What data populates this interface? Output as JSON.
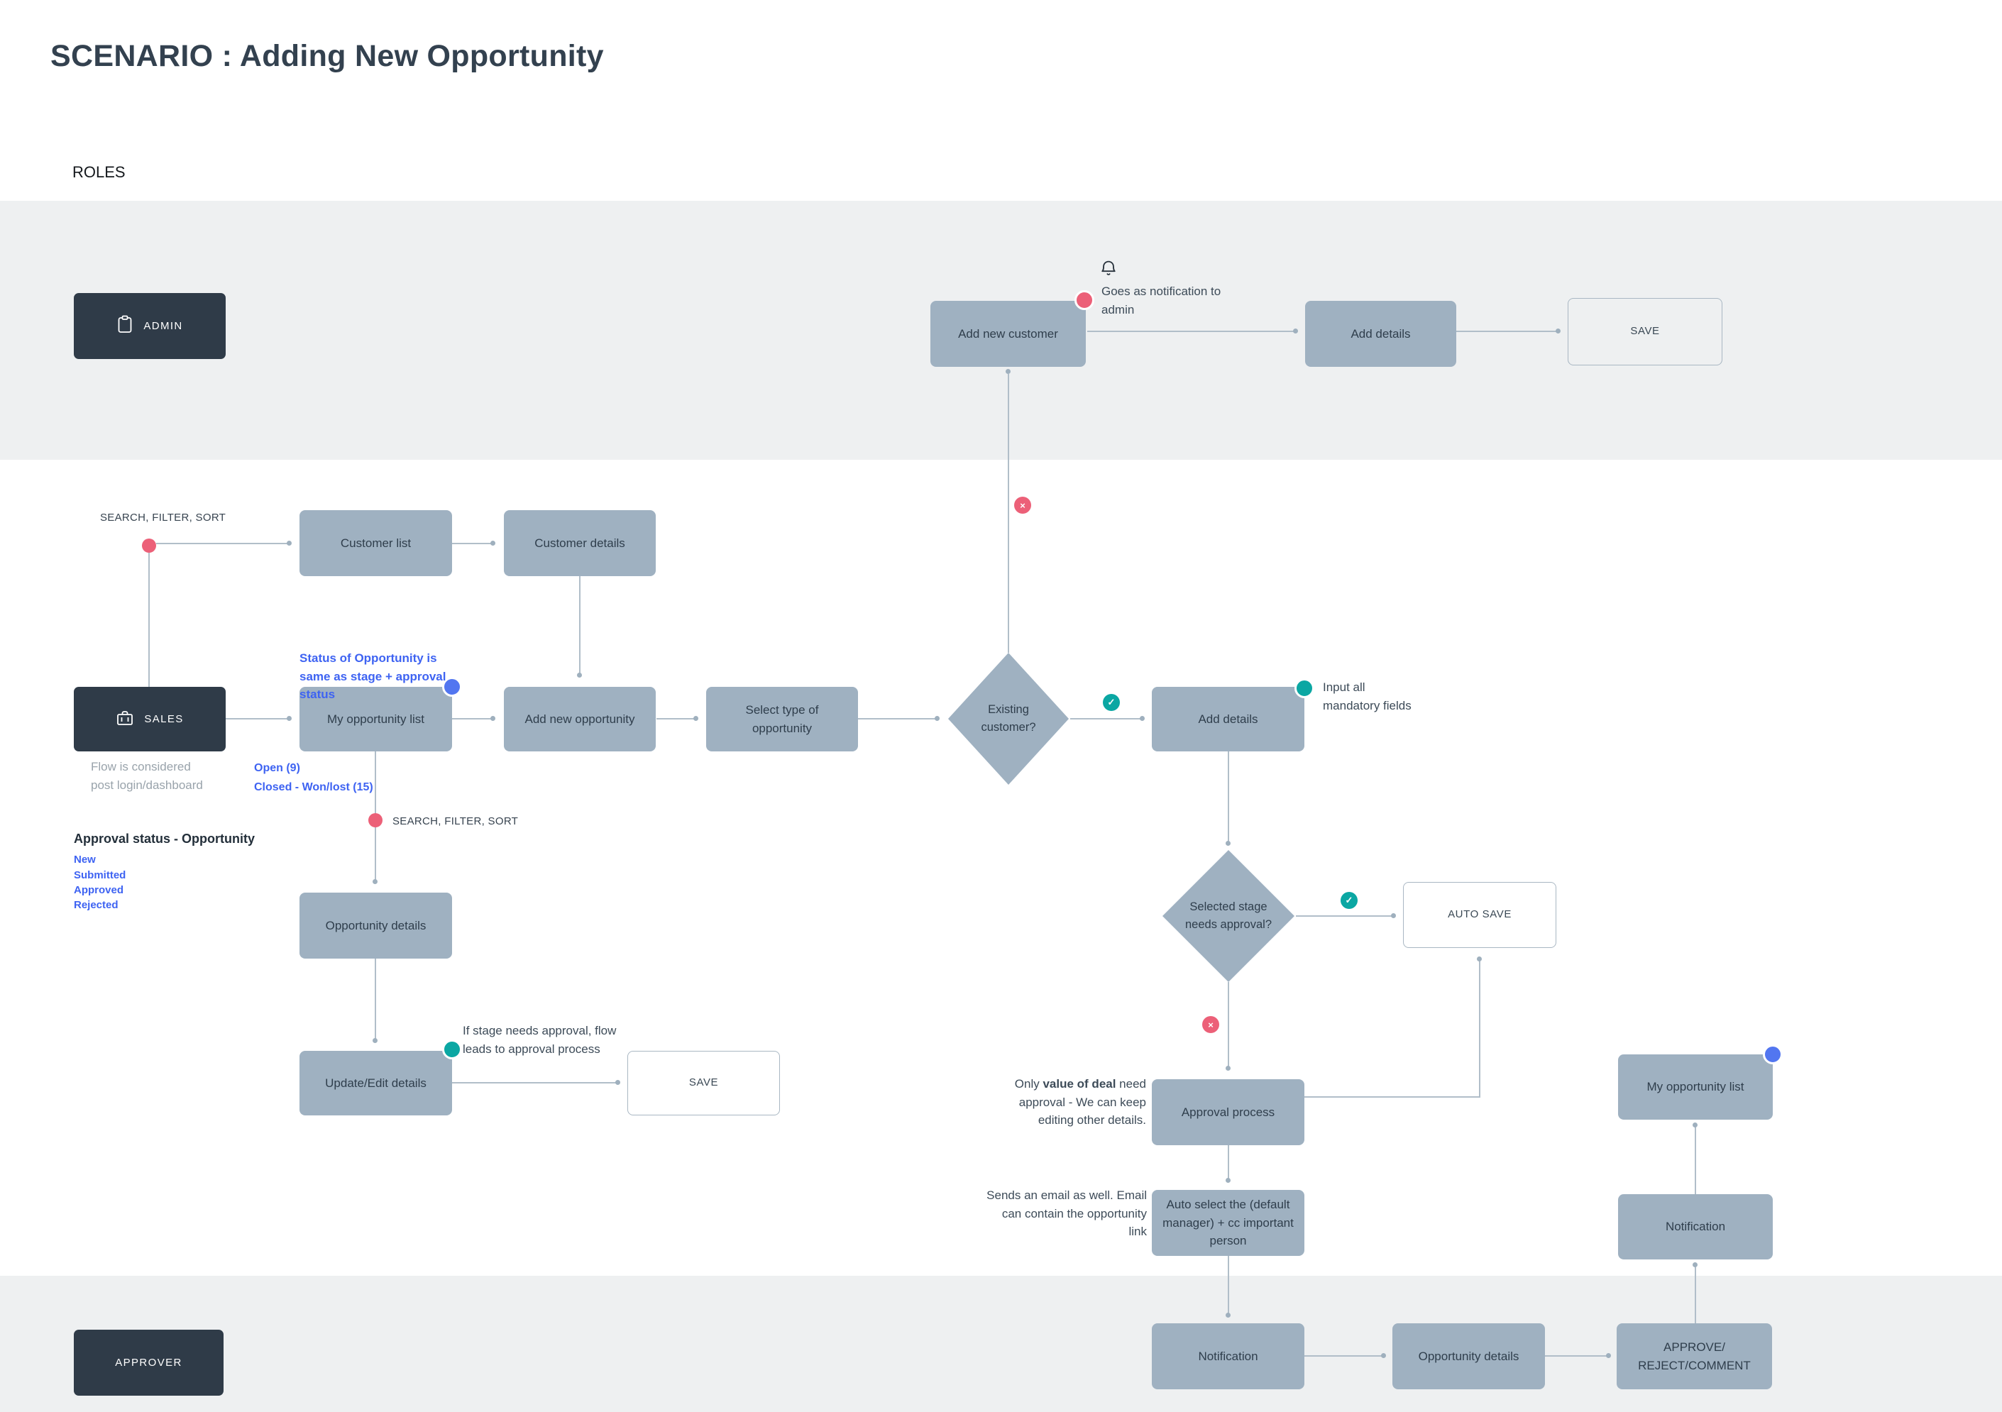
{
  "title": "SCENARIO : Adding New Opportunity",
  "roles_heading": "ROLES",
  "roles": {
    "admin": "ADMIN",
    "sales": "SALES",
    "approver": "APPROVER"
  },
  "icons": {
    "admin": "clipboard-icon",
    "sales": "briefcase-icon",
    "notification": "bell-icon",
    "yes_marker": "check-icon",
    "no_marker": "x-icon"
  },
  "glyphs": {
    "check": "✓",
    "cross": "×"
  },
  "nodes": {
    "add_new_customer": "Add new customer",
    "add_details_admin": "Add details",
    "save_admin": "SAVE",
    "customer_list": "Customer list",
    "customer_details": "Customer details",
    "my_opportunity_list": "My opportunity list",
    "add_new_opportunity": "Add new opportunity",
    "select_type": "Select type of opportunity",
    "existing_customer": "Existing customer?",
    "add_details_sales": "Add details",
    "opportunity_details": "Opportunity details",
    "update_edit_details": "Update/Edit details",
    "save_sales": "SAVE",
    "selected_stage": "Selected stage needs approval?",
    "auto_save": "AUTO SAVE",
    "approval_process": "Approval process",
    "auto_select": "Auto select the (default manager) + cc important person",
    "notification_approver": "Notification",
    "opportunity_details_approver": "Opportunity details",
    "approve_reject": "APPROVE/ REJECT/COMMENT",
    "my_opportunity_list_right": "My opportunity list",
    "notification_right": "Notification"
  },
  "notes": {
    "search_filter_sort_1": "SEARCH, FILTER, SORT",
    "goes_as_notification": "Goes as notification to admin",
    "status_of_opportunity": "Status of Opportunity is same as stage + approval status",
    "open_count": "Open (9)",
    "closed_count": "Closed - Won/lost (15)",
    "flow_considered": "Flow is considered post login/dashboard",
    "approval_status_heading": "Approval status - Opportunity",
    "approval_statuses": [
      "New",
      "Submitted",
      "Approved",
      "Rejected"
    ],
    "search_filter_sort_2": "SEARCH, FILTER, SORT",
    "input_all": "Input all mandatory fields",
    "if_stage": "If stage needs approval, flow leads to approval process",
    "only_value_prefix": "Only ",
    "only_value_bold": "value of deal",
    "only_value_suffix": " need approval - We can keep editing other details.",
    "sends_email": "Sends an email as well. Email can contain the opportunity link"
  },
  "colors": {
    "box_fill": "#9fb1c1",
    "role_fill": "#2f3b48",
    "lane_gray": "#eef0f1",
    "connector": "#b1bec9",
    "pink": "#ec6078",
    "teal": "#0ba7a3",
    "blue": "#5276f0",
    "blue_text": "#3e63f2"
  }
}
